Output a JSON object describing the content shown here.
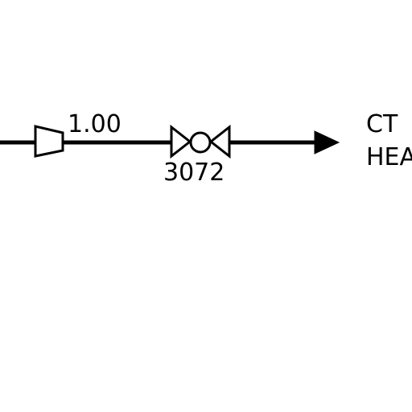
{
  "diagram": {
    "reducer_size_label": "1.00",
    "valve_tag": "3072",
    "destination": {
      "line1": "CT",
      "line2": "HEA"
    },
    "colors": {
      "line": "#000000",
      "background": "#ffffff"
    },
    "icons": {
      "reducer": "concentric-reducer-icon",
      "valve": "ball-valve-icon",
      "flow_arrow": "flow-arrowhead-icon"
    }
  }
}
